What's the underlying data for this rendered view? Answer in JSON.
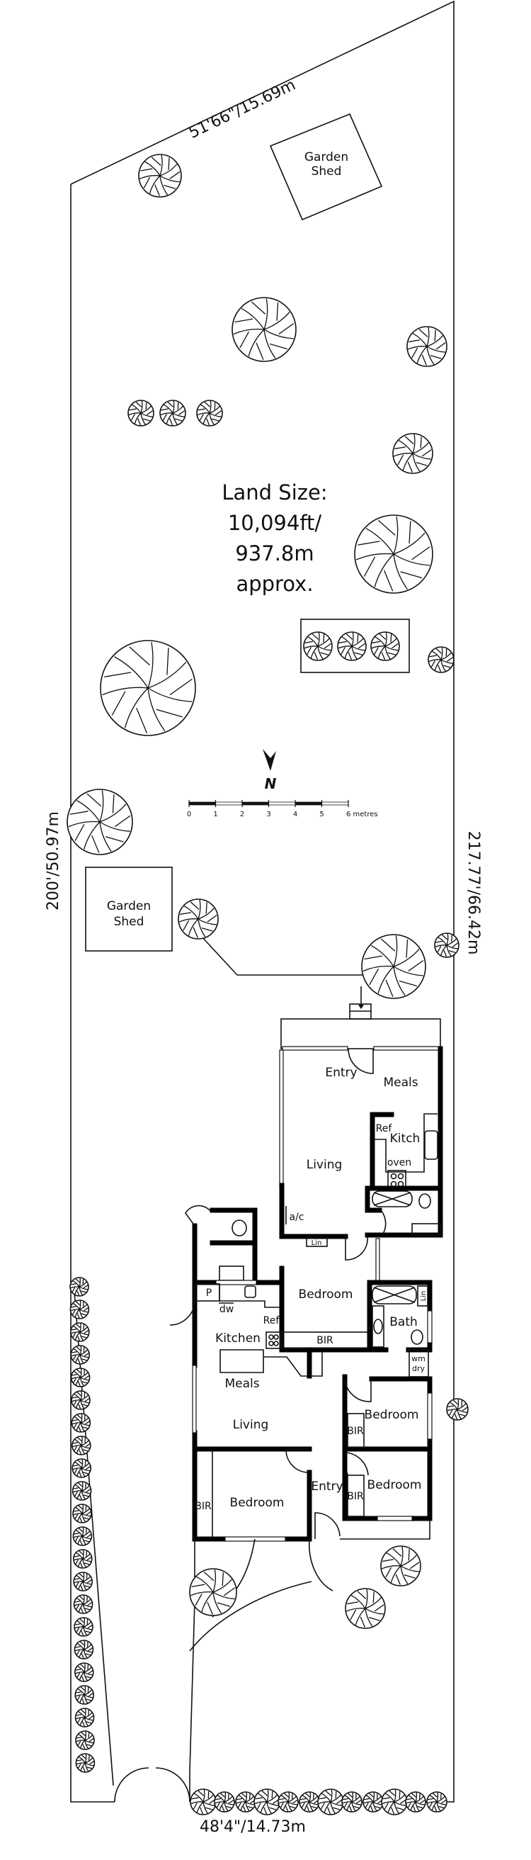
{
  "dimensions": {
    "top": "51'66\"/15.69m",
    "left": "200'/50.97m",
    "right": "217.77'/66.42m",
    "bottom": "48'4\"/14.73m"
  },
  "land_size": {
    "line1": "Land Size:",
    "line2": "10,094ft/",
    "line3": "937.8m",
    "line4": "approx."
  },
  "garden_shed_1": {
    "line1": "Garden",
    "line2": "Shed"
  },
  "garden_shed_2": {
    "line1": "Garden",
    "line2": "Shed"
  },
  "north": {
    "label": "N"
  },
  "scale_bar": {
    "ticks": [
      "0",
      "1",
      "2",
      "3",
      "4",
      "5",
      "6 metres"
    ]
  },
  "house_rear": {
    "entry": "Entry",
    "meals": "Meals",
    "ref": "Ref",
    "kitch": "Kitch",
    "oven": "oven",
    "living": "Living",
    "ac": "a/c",
    "lin": "Lin"
  },
  "house_front": {
    "bedroom_center": "Bedroom",
    "bir_center": "BIR",
    "bath": "Bath",
    "lin": "Lin",
    "wm": "wm",
    "dry": "dry",
    "p": "P",
    "dw": "dw",
    "ref": "Ref",
    "kitchen": "Kitchen",
    "meals": "Meals",
    "living": "Living",
    "bedroom_right_1": "Bedroom",
    "bir_right_1": "BIR",
    "bedroom_right_2": "Bedroom",
    "bir_right_2": "BIR",
    "entry": "Entry",
    "bedroom_front": "Bedroom",
    "bir_front": "BIR"
  }
}
